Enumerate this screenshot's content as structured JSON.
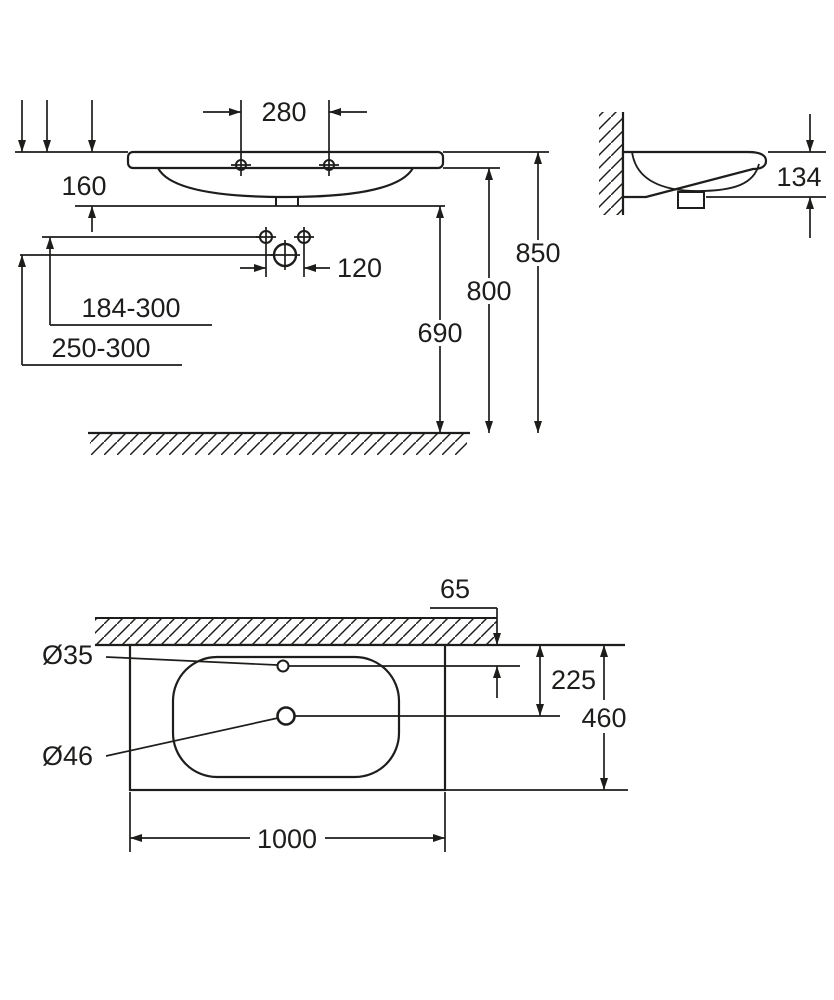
{
  "drawing": {
    "front_view": {
      "faucet_spacing": "280",
      "top_to_outlet": "160",
      "supply_spacing": "120",
      "supply_height_range": "184-300",
      "trap_height_range": "250-300",
      "outlet_height": "690",
      "rim_underside_height": "800",
      "rim_height": "850"
    },
    "side_view": {
      "basin_height": "134"
    },
    "top_view": {
      "wall_to_faucet": "65",
      "wall_to_drain": "225",
      "depth": "460",
      "width": "1000",
      "faucet_hole_diameter": "Ø35",
      "drain_hole_diameter": "Ø46"
    },
    "colors": {
      "line": "#1d1d1b",
      "background": "#ffffff"
    }
  }
}
